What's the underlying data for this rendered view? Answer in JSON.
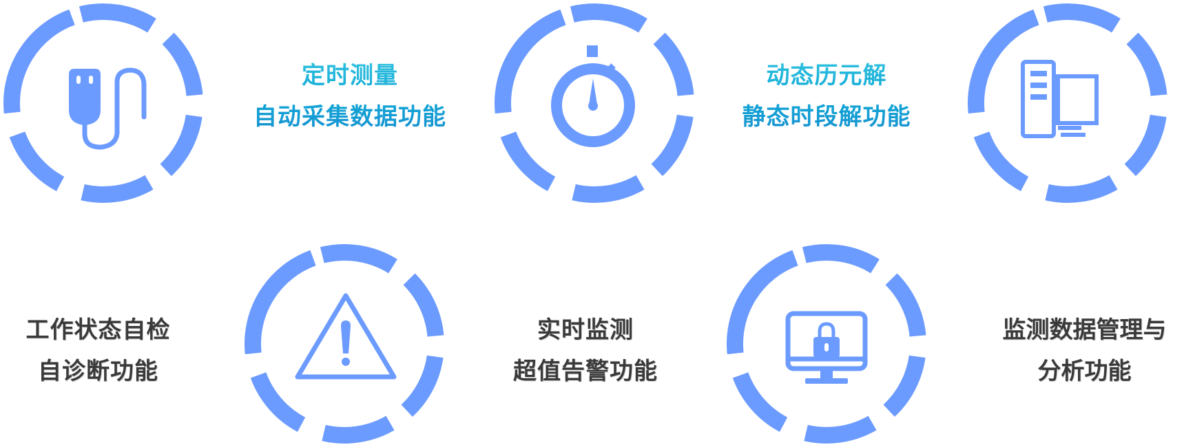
{
  "colors": {
    "accent": "#6c9bff",
    "text_dark": "#3a3a3a",
    "text_cyan": "#14aee0"
  },
  "features": [
    {
      "icon": "usb-plug-icon",
      "lines": [
        "定时测量",
        "自动采集数据功能"
      ]
    },
    {
      "icon": "stopwatch-icon",
      "lines": [
        "动态历元解",
        "静态时段解功能"
      ]
    },
    {
      "icon": "desktop-computer-icon"
    },
    {
      "icon": "warning-triangle-icon",
      "lines": [
        "工作状态自检",
        "自诊断功能"
      ]
    },
    {
      "icon": "monitor-lock-icon",
      "lines": [
        "实时监测",
        "超值告警功能"
      ]
    },
    {
      "lines": [
        "监测数据管理与",
        "分析功能"
      ]
    }
  ]
}
